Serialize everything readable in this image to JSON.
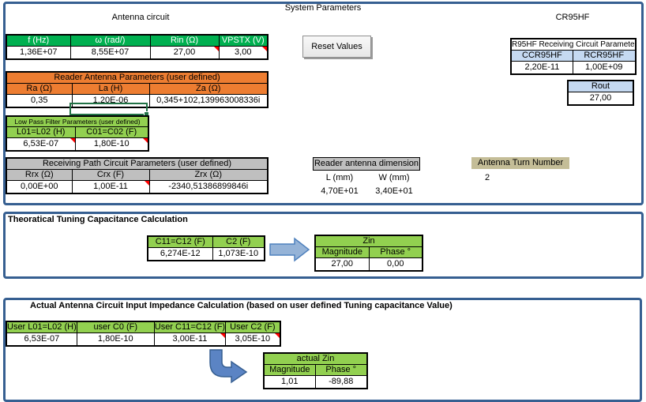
{
  "titles": {
    "system": "System Parameters",
    "antenna_circuit": "Antenna circuit",
    "cr95hf": "CR95HF",
    "theoretical_section": "Theoratical Tuning Capacitance Calculation",
    "actual_section": "Actual Antenna Circuit Input Impedance Calculation (based on user defined Tuning capacitance Value)"
  },
  "buttons": {
    "reset": "Reset Values"
  },
  "tables": {
    "main": {
      "headers": [
        "f (Hz)",
        "ω (rad/)",
        "Rin (Ω)",
        "VPSTX (V)"
      ],
      "values": [
        "1,36E+07",
        "8,55E+07",
        "27,00",
        "3,00"
      ]
    },
    "reader_antenna": {
      "title": "Reader Antenna Parameters (user defined)",
      "headers": [
        "Ra (Ω)",
        "La (H)",
        "Za (Ω)"
      ],
      "values": [
        "0,35",
        "1,20E-06",
        "0,345+102,139963008336i"
      ]
    },
    "low_pass": {
      "title": "Low Pass Filter Parameters (user defined)",
      "headers": [
        "L01=L02 (H)",
        "C01=C02 (F)"
      ],
      "values": [
        "6,53E-07",
        "1,80E-10"
      ]
    },
    "receiving_path": {
      "title": "Receiving Path Circuit Parameters (user defined)",
      "headers": [
        "Rrx (Ω)",
        "Crx (F)",
        "Zrx (Ω)"
      ],
      "values": [
        "0,00E+00",
        "1,00E-11",
        "-2340,51386899846i"
      ]
    },
    "cr95hf_receiving": {
      "title": "R95HF Receiving Circuit Paramete",
      "headers": [
        "CCR95HF",
        "RCR95HF"
      ],
      "values": [
        "2,20E-11",
        "1,00E+09"
      ]
    },
    "rout": {
      "label": "Rout",
      "value": "27,00"
    },
    "antenna_dimension": {
      "title": "Reader antenna dimension",
      "headers": [
        "L (mm)",
        "W (mm)"
      ],
      "values": [
        "4,70E+01",
        "3,40E+01"
      ]
    },
    "antenna_turn": {
      "title": "Antenna Turn Number",
      "value": "2"
    },
    "theoretical_caps": {
      "headers": [
        "C11=C12 (F)",
        "C2 (F)"
      ],
      "values": [
        "6,274E-12",
        "1,073E-10"
      ]
    },
    "zin": {
      "title": "Zin",
      "headers": [
        "Magnitude",
        "Phase °"
      ],
      "values": [
        "27,00",
        "0,00"
      ]
    },
    "user_caps": {
      "headers": [
        "User L01=L02 (H)",
        "user C0 (F)",
        "User C11=C12 (F)",
        "User C2 (F)"
      ],
      "values": [
        "6,53E-07",
        "1,80E-10",
        "3,00E-11",
        "3,05E-10"
      ]
    },
    "actual_zin": {
      "title": "actual Zin",
      "headers": [
        "Magnitude",
        "Phase °"
      ],
      "values": [
        "1,01",
        "-89,88"
      ]
    }
  },
  "colors": {
    "panel_border": "#365F91",
    "green_header": "#00B050",
    "orange_header": "#ED7D31",
    "lime_header": "#92D050",
    "gray_header": "#BFBFBF",
    "blue_header": "#C5D9F1",
    "tan_header": "#C4BD97",
    "comment_flag": "#FF0000",
    "selection": "#217346",
    "arrow_fill": "#95B3D7",
    "arrow_stroke": "#4F81BD"
  }
}
